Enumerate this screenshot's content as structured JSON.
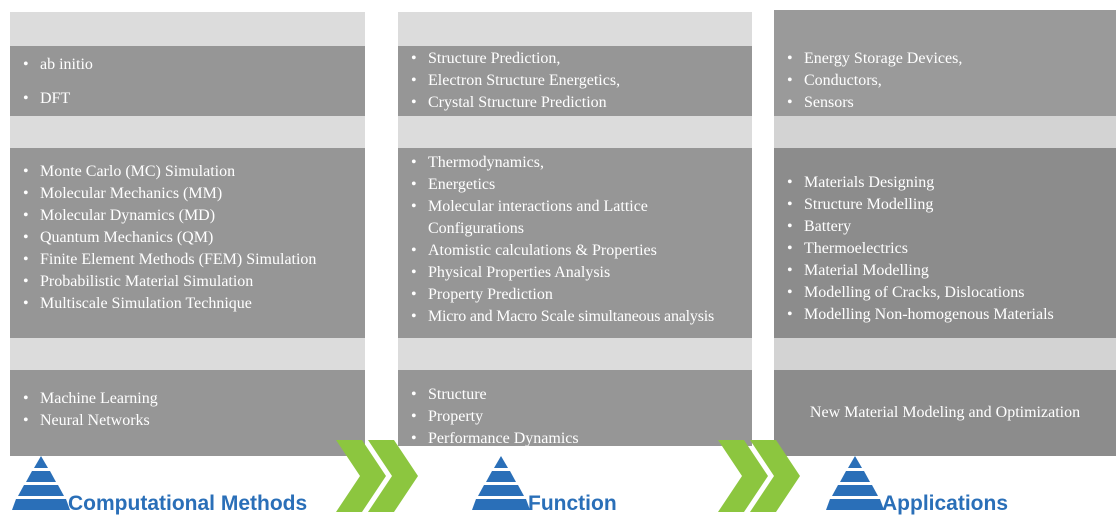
{
  "columns": [
    {
      "id": "computational-methods",
      "footer_label": "Computational Methods",
      "rows": [
        {
          "type": "list",
          "items": [
            "ab initio",
            "DFT"
          ]
        },
        {
          "type": "list",
          "items": [
            "Monte Carlo (MC) Simulation",
            "Molecular Mechanics (MM)",
            "Molecular Dynamics (MD)",
            "Quantum Mechanics (QM)",
            "Finite Element Methods (FEM) Simulation",
            "Probabilistic Material Simulation",
            "Multiscale Simulation Technique"
          ]
        },
        {
          "type": "list",
          "items": [
            "Machine Learning",
            "Neural Networks"
          ]
        }
      ]
    },
    {
      "id": "function",
      "footer_label": "Function",
      "rows": [
        {
          "type": "list",
          "items": [
            "Structure Prediction,",
            "Electron Structure Energetics,",
            "Crystal Structure Prediction"
          ]
        },
        {
          "type": "list",
          "items": [
            "Thermodynamics,",
            "Energetics",
            "Molecular interactions and Lattice Configurations",
            "Atomistic calculations & Properties",
            "Physical Properties Analysis",
            "Property Prediction",
            "Micro and Macro Scale simultaneous analysis"
          ]
        },
        {
          "type": "list",
          "items": [
            "Structure",
            "Property",
            "Performance Dynamics"
          ]
        }
      ]
    },
    {
      "id": "applications",
      "footer_label": "Applications",
      "rows": [
        {
          "type": "list",
          "items": [
            "Energy Storage Devices,",
            "Conductors,",
            "Sensors"
          ]
        },
        {
          "type": "list",
          "items": [
            "Materials Designing",
            "Structure Modelling",
            "Battery",
            "Thermoelectrics",
            "Material Modelling",
            "Modelling of Cracks, Dislocations",
            "Modelling Non-homogenous Materials"
          ]
        },
        {
          "type": "text",
          "text": "New Material Modeling and Optimization"
        }
      ]
    }
  ],
  "colors": {
    "dark_box": "#969696",
    "light_band": "#dcdcdc",
    "footer_text": "#2a6fb8",
    "pyramid": "#2a6fb8",
    "chevron": "#8cc63f"
  },
  "icons": [
    "pyramid-icon",
    "double-chevron-icon"
  ]
}
